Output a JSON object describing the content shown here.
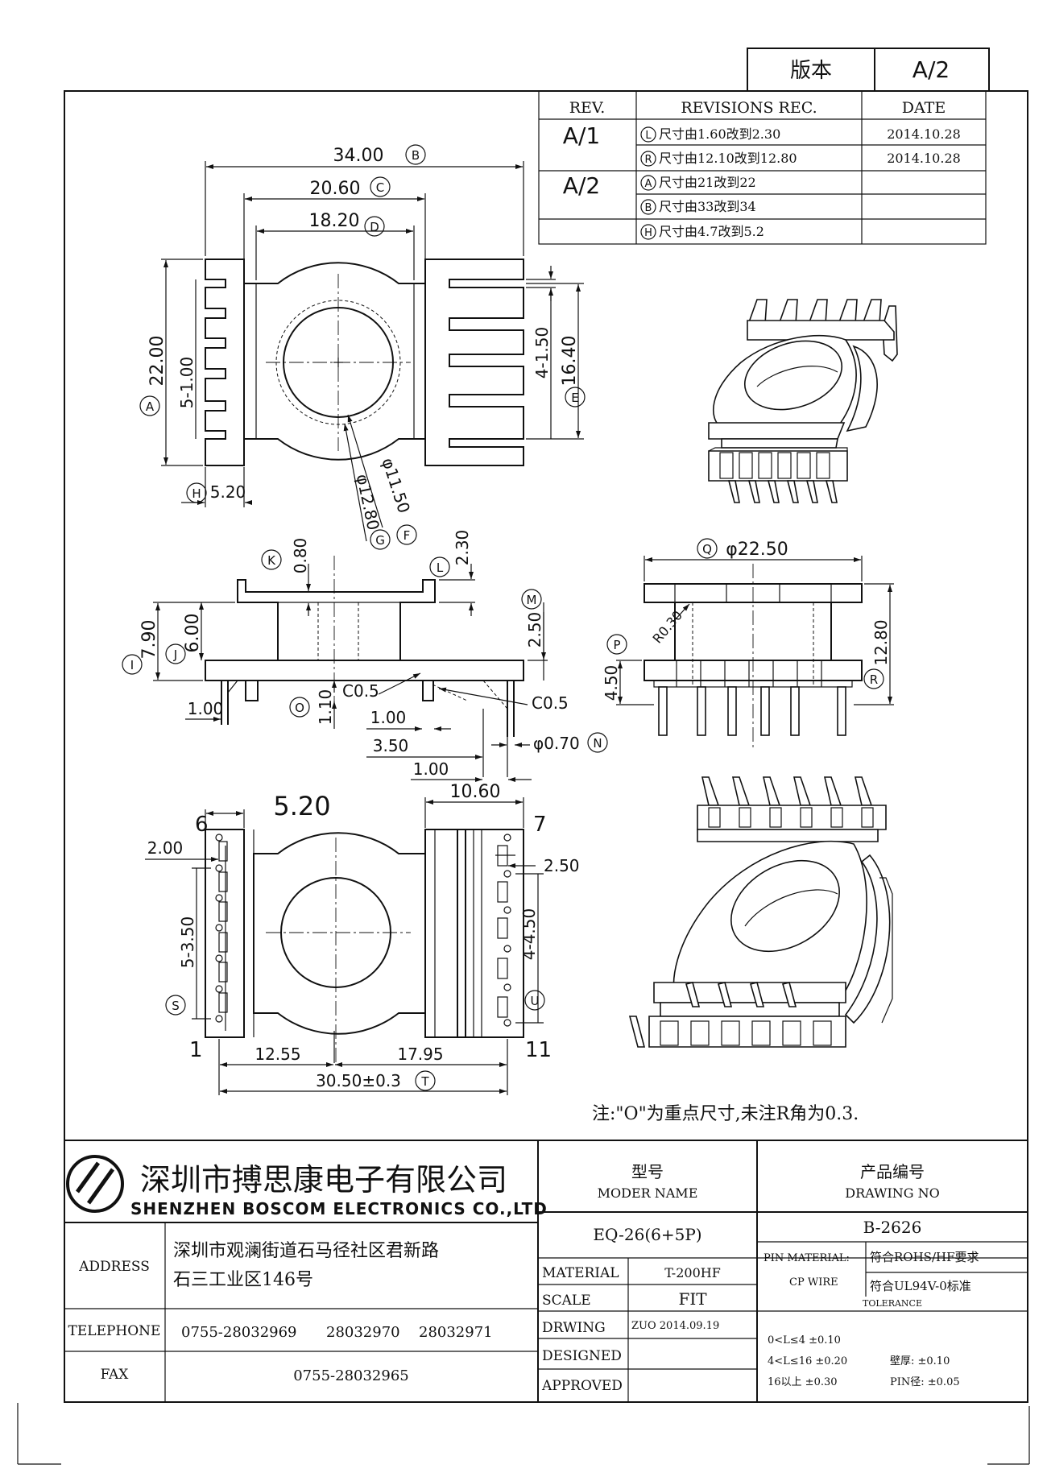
{
  "version_box": {
    "label": "版本",
    "value": "A/2"
  },
  "revisions": {
    "headers": {
      "rev": "REV.",
      "rec": "REVISIONS REC.",
      "date": "DATE"
    },
    "rows": [
      {
        "rev": "A/1",
        "mark": "L",
        "text": "尺寸由1.60改到2.30",
        "date": "2014.10.28"
      },
      {
        "rev": "",
        "mark": "R",
        "text": "尺寸由12.10改到12.80",
        "date": "2014.10.28"
      },
      {
        "rev": "A/2",
        "mark": "A",
        "text": "尺寸由21改到22",
        "date": ""
      },
      {
        "rev": "",
        "mark": "B",
        "text": "尺寸由33改到34",
        "date": ""
      },
      {
        "rev": "",
        "mark": "H",
        "text": "尺寸由4.7改到5.2",
        "date": ""
      }
    ]
  },
  "top_view": {
    "dim_34": "34.00",
    "mark_b": "B",
    "dim_2060": "20.60",
    "mark_c": "C",
    "dim_1820": "18.20",
    "mark_d": "D",
    "dim_22": "22.00",
    "mark_a": "A",
    "dim_5_1": "5-1.00",
    "dim_4_150": "4-1.50",
    "dim_1640": "16.40",
    "mark_e": "E",
    "dim_520": "5.20",
    "mark_h": "H",
    "dim_phi1150": "φ11.50",
    "mark_f": "F",
    "dim_phi1280": "φ12.80",
    "mark_g": "G"
  },
  "side_view": {
    "dim_080": "0.80",
    "mark_k": "K",
    "dim_230": "2.30",
    "mark_l": "L",
    "dim_790": "7.90",
    "mark_i": "I",
    "dim_600": "6.00",
    "mark_j": "J",
    "dim_250": "2.50",
    "mark_m": "M",
    "dim_c05a": "C0.5",
    "dim_c05b": "C0.5",
    "dim_100a": "1.00",
    "dim_110": "1.10",
    "mark_o": "O",
    "dim_100b": "1.00",
    "dim_350": "3.50",
    "dim_100c": "1.00",
    "dim_phi070": "φ0.70",
    "mark_n": "N"
  },
  "front_view": {
    "dim_phi2250": "φ22.50",
    "mark_q": "Q",
    "dim_r030": "R0.30",
    "dim_450": "4.50",
    "mark_p": "P",
    "dim_1280": "12.80",
    "mark_r": "R"
  },
  "bottom_view": {
    "pin_6": "6",
    "pin_7": "7",
    "pin_1": "1",
    "pin_11": "11",
    "dim_520": "5.20",
    "dim_1060": "10.60",
    "dim_200": "2.00",
    "dim_250": "2.50",
    "dim_5_350": "5-3.50",
    "mark_s": "S",
    "dim_4_450": "4-4.50",
    "mark_u": "U",
    "dim_1255": "12.55",
    "dim_1795": "17.95",
    "dim_3050": "30.50±0.3",
    "mark_t": "T"
  },
  "note": "注:\"O\"为重点尺寸,未注R角为0.3.",
  "company": {
    "name_cn": "深圳市搏思康电子有限公司",
    "name_en": "SHENZHEN BOSCOM ELECTRONICS CO.,LTD"
  },
  "title_block": {
    "model_label_cn": "型号",
    "model_label_en": "MODER NAME",
    "drawing_label_cn": "产品编号",
    "drawing_label_en": "DRAWING NO",
    "model": "EQ-26(6+5P)",
    "drawing_no": "B-2626",
    "address_label": "ADDRESS",
    "address_line1": "深圳市观澜街道石马径社区君新路",
    "address_line2": "石三工业区146号",
    "telephone_label": "TELEPHONE",
    "tel1": "0755-28032969",
    "tel2": "28032970",
    "tel3": "28032971",
    "fax_label": "FAX",
    "fax": "0755-28032965",
    "material_label": "MATERIAL",
    "material": "T-200HF",
    "scale_label": "SCALE",
    "scale": "FIT",
    "drwing_label": "DRWING",
    "drwing": "ZUO 2014.09.19",
    "designed_label": "DESIGNED",
    "designed": "",
    "approved_label": "APPROVED",
    "approved": "",
    "pin_material_label": "PIN MATERIAL:",
    "pin_material": "CP WIRE",
    "rohs": "符合ROHS/HF要求",
    "ul": "符合UL94V-0标准",
    "tolerance_label": "TOLERANCE",
    "tol1": "0<L≤4 ±0.10",
    "tol2": "4<L≤16 ±0.20",
    "tol3": "16以上 ±0.30",
    "wall": "壁厚: ±0.10",
    "pin_dia": "PIN径: ±0.05"
  }
}
